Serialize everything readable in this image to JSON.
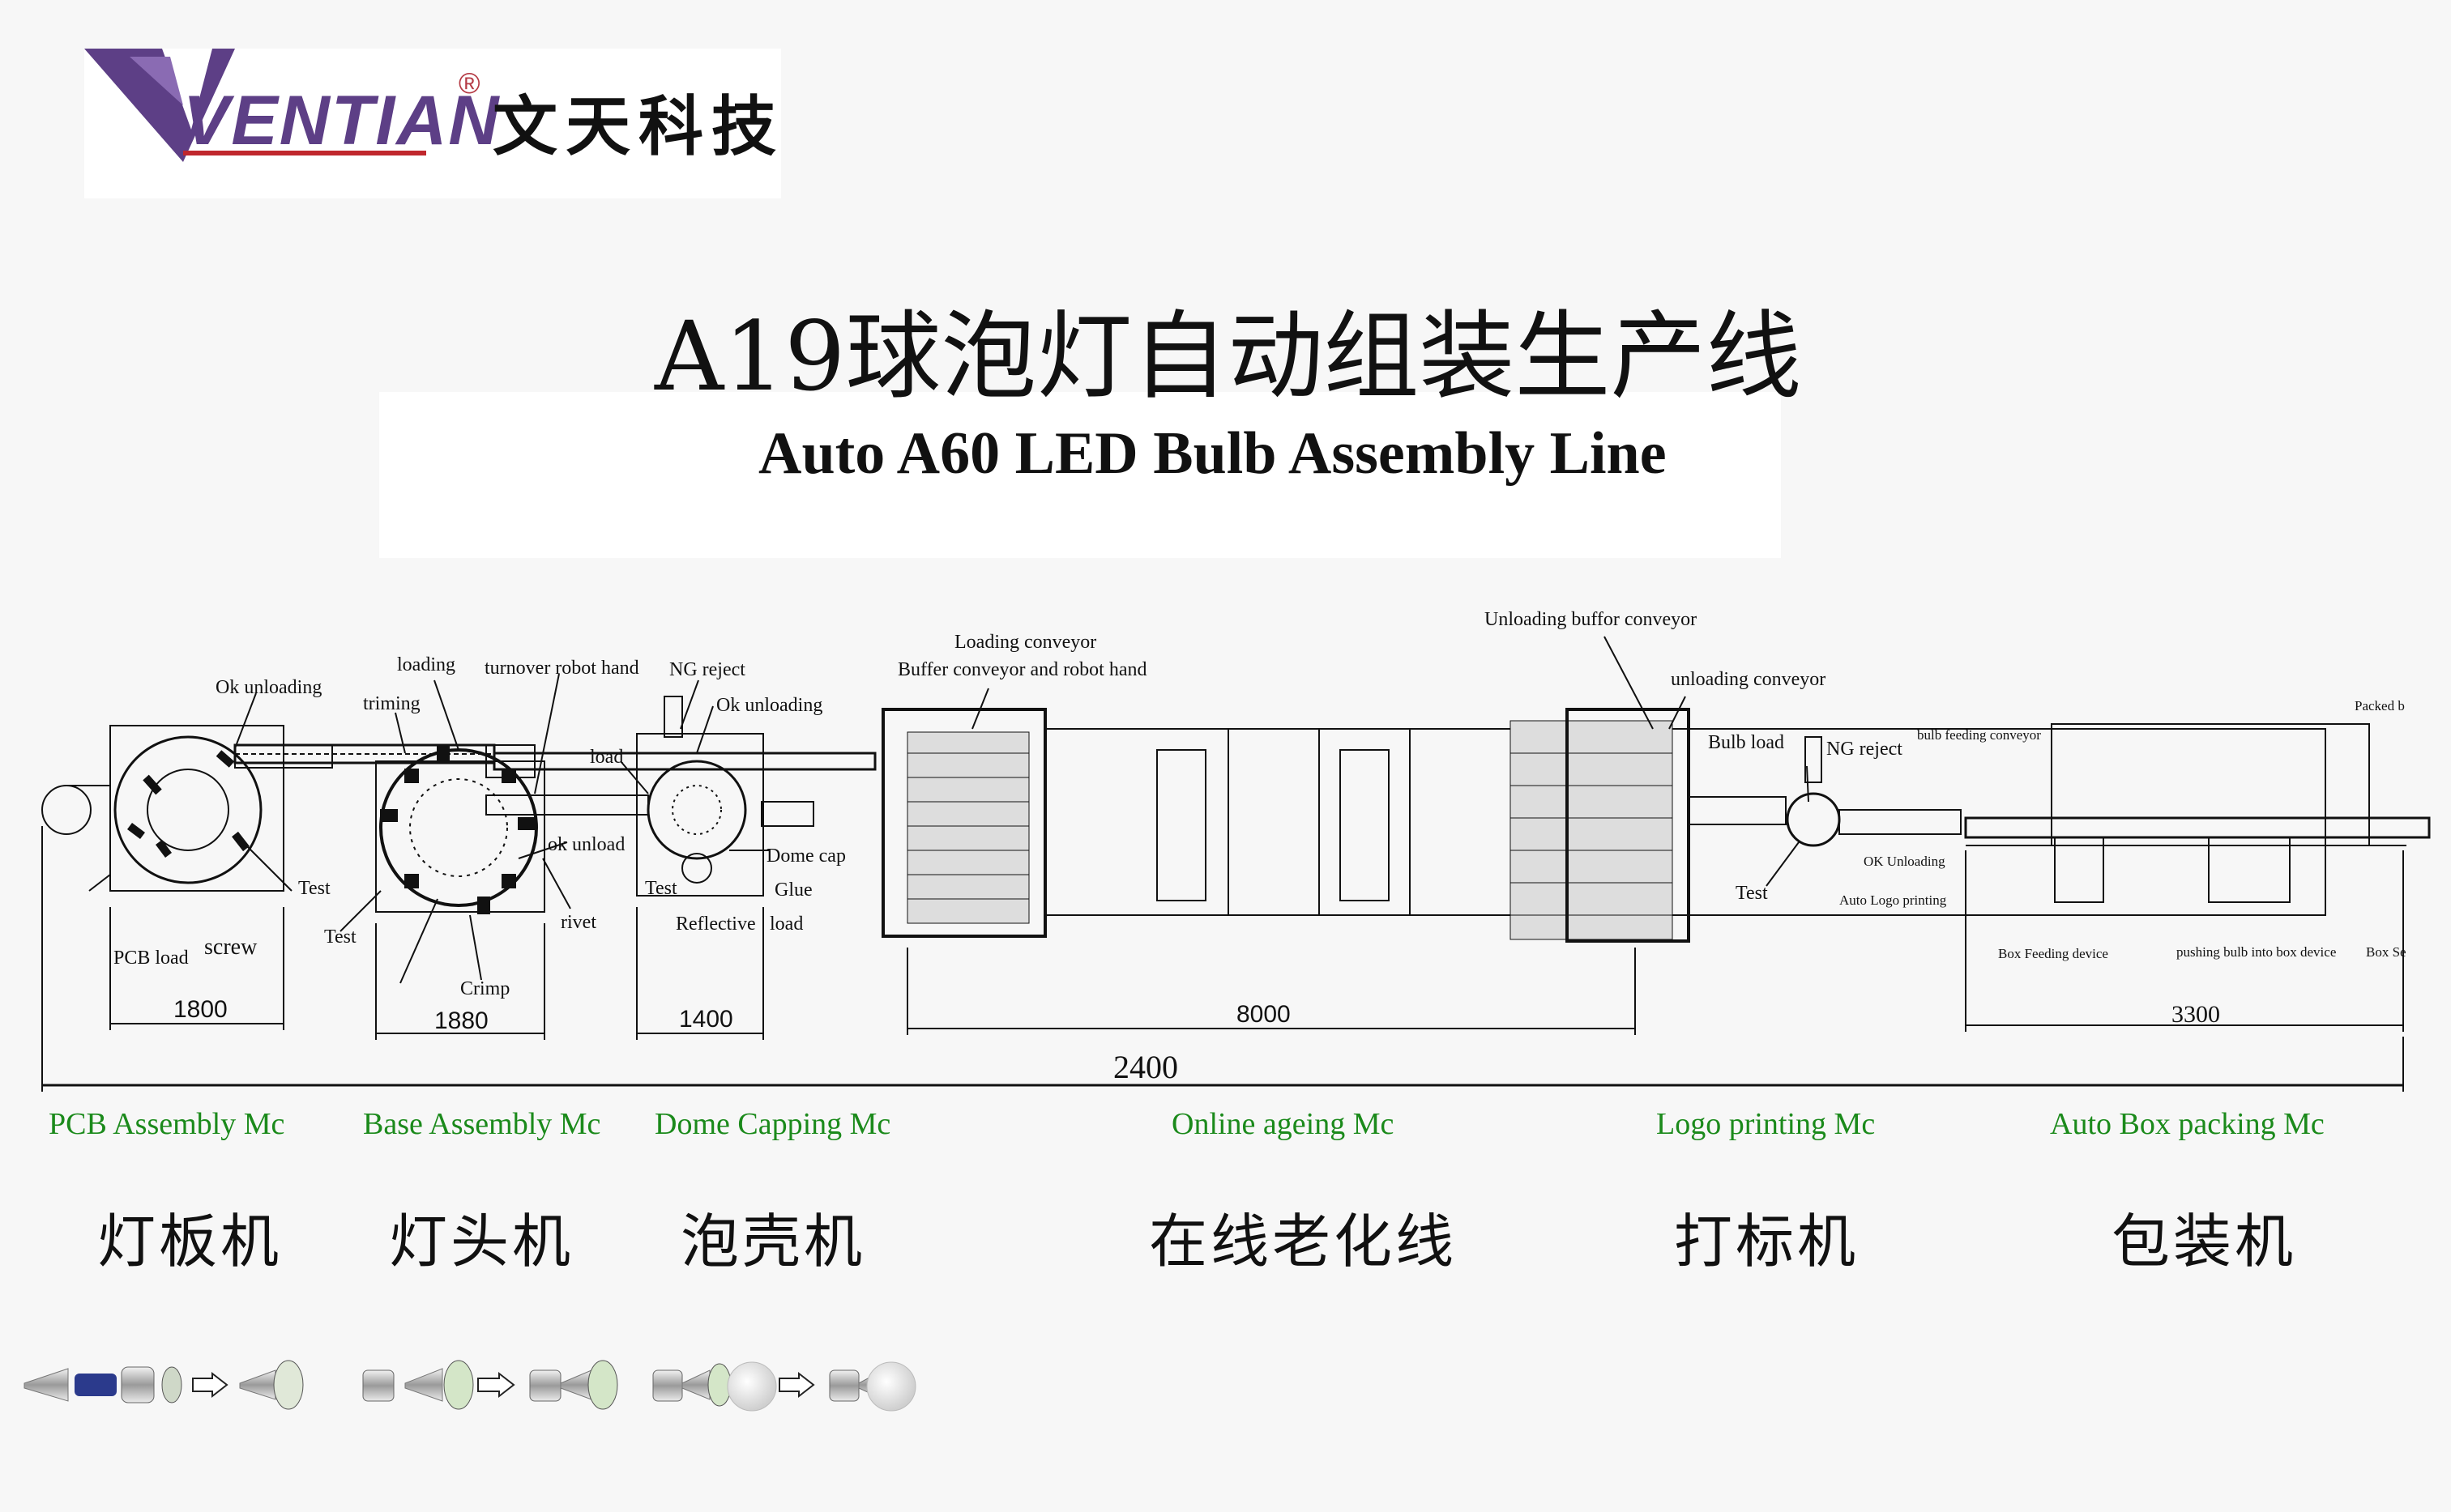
{
  "logo": {
    "brand": "VENTIAN",
    "registered": "®",
    "chinese": "文天科技"
  },
  "title": {
    "chinese": "A19球泡灯自动组装生产线",
    "english": "Auto A60 LED Bulb Assembly Line"
  },
  "callouts": {
    "ok_unloading_1": "Ok unloading",
    "loading": "loading",
    "triming": "triming",
    "turnover": "turnover robot hand",
    "ng_reject_1": "NG reject",
    "ok_unloading_2": "Ok unloading",
    "load_1": "load",
    "ok_unload": "ok unload",
    "dome_cap": "Dome cap",
    "glue": "Glue",
    "test_1": "Test",
    "test_2": "Test",
    "test_3": "Test",
    "test_4": "Test",
    "screw": "screw",
    "pcb_load": "PCB load",
    "rivet": "rivet",
    "crimp": "Crimp",
    "reflective": "Reflective",
    "load_2": "load",
    "loading_conveyor": "Loading conveyor",
    "buffer_conveyor": "Buffer conveyor and robot hand",
    "unloading_buffer": "Unloading buffor conveyor",
    "unloading_conveyor": "unloading conveyor",
    "bulb_load": "Bulb load",
    "ng_reject_2": "NG reject",
    "ok_unloading_3": "OK Unloading",
    "auto_logo": "Auto Logo printing",
    "bulb_feeding": "bulb feeding conveyor",
    "packed": "Packed b",
    "box_feeding": "Box Feeding device",
    "pushing": "pushing bulb into box device",
    "box_se": "Box Se"
  },
  "dimensions": {
    "d1": "1800",
    "d2": "1880",
    "d3": "1400",
    "d4": "8000",
    "d5": "3300",
    "total": "2400"
  },
  "machines": [
    {
      "en": "PCB Assembly Mc",
      "cn": "灯板机"
    },
    {
      "en": "Base Assembly Mc",
      "cn": "灯头机"
    },
    {
      "en": "Dome Capping Mc",
      "cn": "泡壳机"
    },
    {
      "en": "Online ageing Mc",
      "cn": "在线老化线"
    },
    {
      "en": "Logo printing Mc",
      "cn": "打标机"
    },
    {
      "en": "Auto Box packing Mc",
      "cn": "包装机"
    }
  ],
  "colors": {
    "machine_label": "#1b8a1b",
    "logo_purple": "#5d3f86",
    "logo_red": "#c0272d"
  }
}
